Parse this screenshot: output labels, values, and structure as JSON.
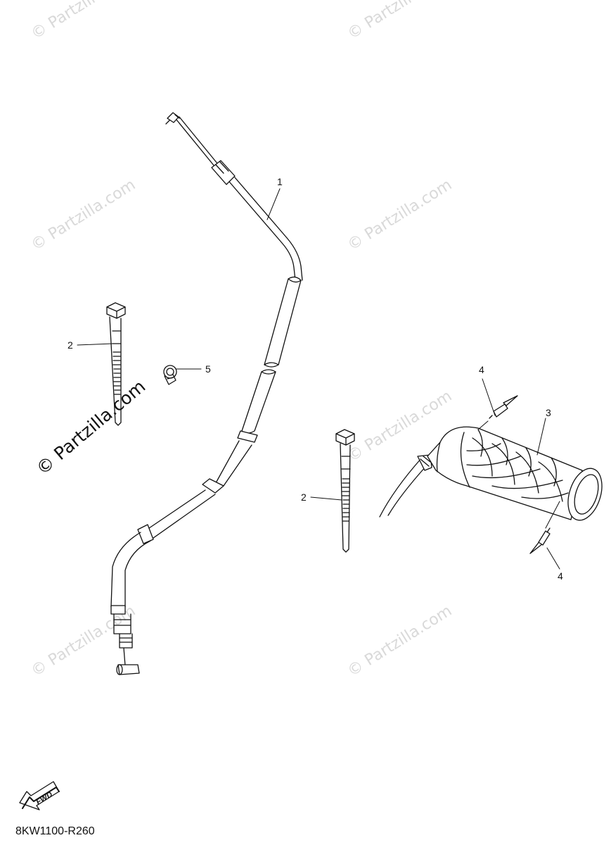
{
  "watermark": "© Partzilla.com",
  "callouts": {
    "cable": "1",
    "tie_left": "2",
    "tie_right": "2",
    "grip": "3",
    "pin_top": "4",
    "pin_bottom": "4",
    "clip": "5"
  },
  "fwd_label": "FWD",
  "diagram_code": "8KW1100-R260",
  "colors": {
    "line": "#111111",
    "watermark": "#d9d9d9"
  }
}
